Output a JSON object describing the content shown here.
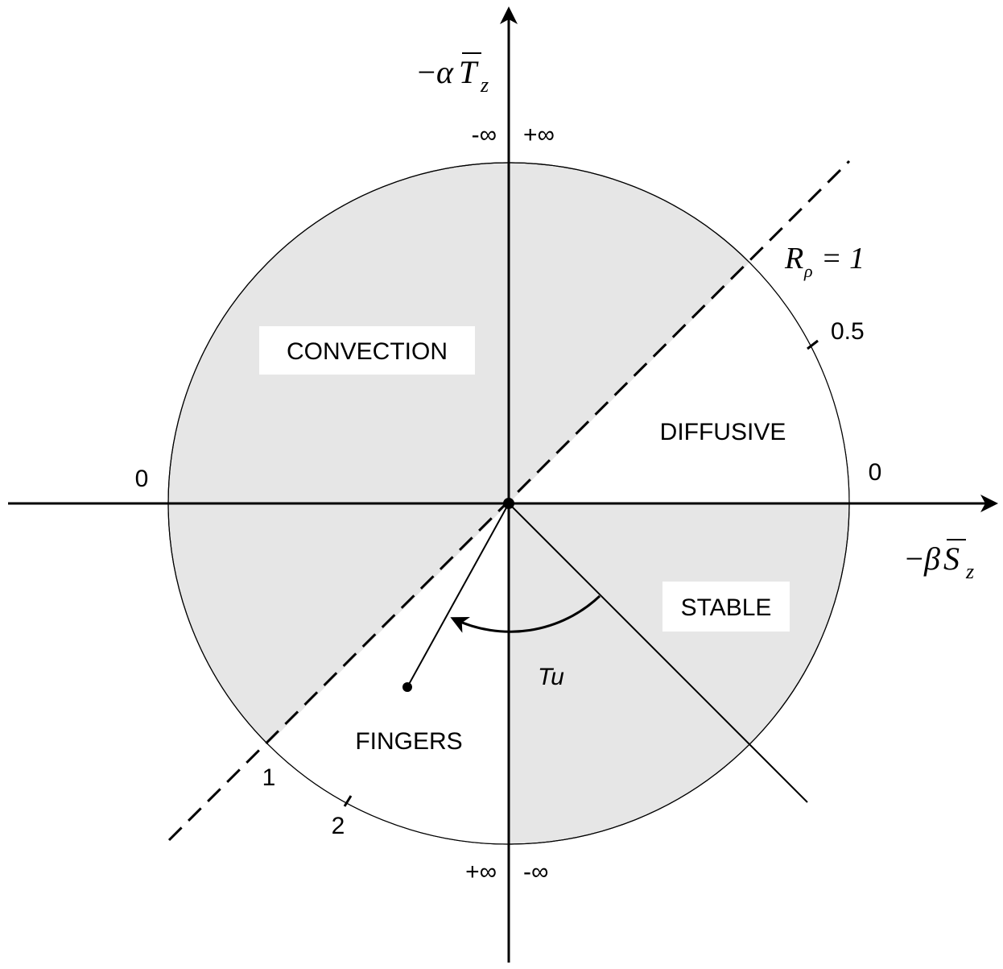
{
  "axes": {
    "y_label": {
      "prefix": "−",
      "greek": "α",
      "var": "T",
      "sub": "z"
    },
    "x_label": {
      "prefix": "−",
      "greek": "β",
      "var": "S",
      "sub": "z"
    }
  },
  "regions": {
    "convection": "CONVECTION",
    "diffusive": "DIFFUSIVE",
    "stable": "STABLE",
    "fingers": "FINGERS"
  },
  "ticks": {
    "top_left": "-∞",
    "top_right": "+∞",
    "bottom_left": "+∞",
    "bottom_right": "-∞",
    "left_zero": "0",
    "right_zero": "0",
    "half": "0.5",
    "one": "1",
    "two": "2"
  },
  "rrho_label": {
    "var": "R",
    "sub": "ρ",
    "eq": "= 1"
  },
  "turner_label": "Tu",
  "colors": {
    "shade": "#e6e6e6",
    "line": "#000000"
  }
}
